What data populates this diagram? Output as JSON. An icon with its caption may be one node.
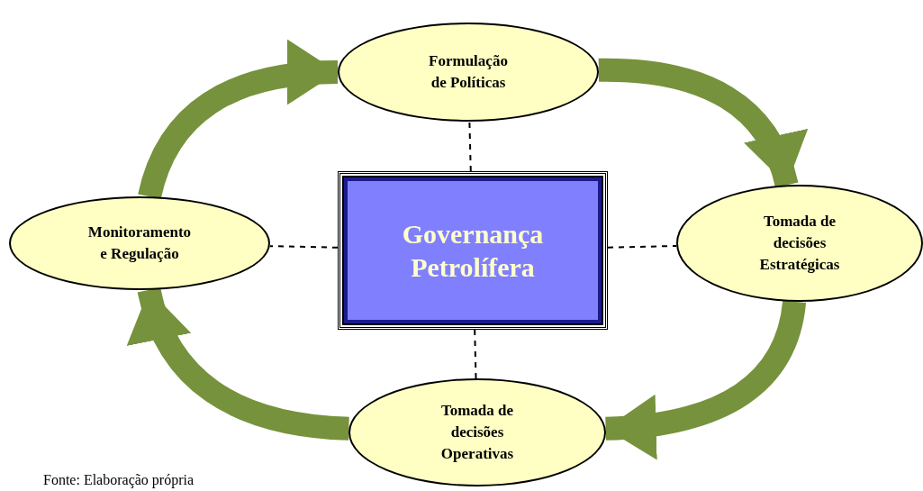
{
  "diagram": {
    "caption": "Fonte: Elaboração própria",
    "nodes": [
      {
        "text": [
          "Formulação de Políticas"
        ]
      },
      {
        "text": [
          "Monitoramento e Regulação"
        ]
      },
      {
        "text": [
          "Governança Petrolífera"
        ]
      },
      {
        "text": [
          "Tomada de decisões Estratégicas"
        ]
      },
      {
        "text": [
          "Tomada de decisões Operativas"
        ]
      }
    ],
    "edges": [
      {
        "from": 2,
        "to": 0,
        "arrow": "none",
        "style": "dashed"
      },
      {
        "from": 2,
        "to": 1,
        "arrow": "none",
        "style": "dashed"
      },
      {
        "from": 2,
        "to": 3,
        "arrow": "none",
        "style": "dashed"
      },
      {
        "from": 2,
        "to": 4,
        "arrow": "none",
        "style": "dashed"
      },
      {
        "from": 1,
        "to": 0,
        "arrow": "to",
        "style": "thick",
        "color": "#76923c"
      },
      {
        "from": 0,
        "to": 3,
        "arrow": "to",
        "style": "thick",
        "color": "#76923c"
      },
      {
        "from": 3,
        "to": 4,
        "arrow": "to",
        "style": "thick",
        "color": "#76923c"
      },
      {
        "from": 4,
        "to": 1,
        "arrow": "to",
        "style": "thick",
        "color": "#76923c"
      }
    ]
  }
}
